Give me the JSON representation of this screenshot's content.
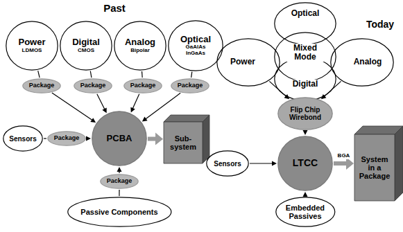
{
  "diagram": {
    "nodes": [
      {
        "text": [
          "Power",
          "LDMOS"
        ]
      },
      {
        "text": [
          "Digital",
          "CMOS"
        ]
      },
      {
        "text": [
          "Analog",
          "Bipolar"
        ]
      },
      {
        "text": [
          "Optical",
          "GaAlAs InGaAs"
        ]
      },
      {
        "text": [
          "Package"
        ]
      },
      {
        "text": [
          "Package"
        ]
      },
      {
        "text": [
          "Package"
        ]
      },
      {
        "text": [
          "Package"
        ]
      },
      {
        "text": [
          "Sensors"
        ]
      },
      {
        "text": [
          "Package"
        ]
      },
      {
        "text": [
          "PCBA"
        ]
      },
      {
        "text": [
          "Sub-system"
        ]
      },
      {
        "text": [
          "Package"
        ]
      },
      {
        "text": [
          "Passive Components"
        ]
      },
      {
        "text": [
          "Optical"
        ]
      },
      {
        "text": [
          "Mixed Mode"
        ]
      },
      {
        "text": [
          "Power"
        ]
      },
      {
        "text": [
          "Analog"
        ]
      },
      {
        "text": [
          "Digital"
        ]
      },
      {
        "text": [
          "Flip Chip Wirebond"
        ]
      },
      {
        "text": [
          "Sensors"
        ]
      },
      {
        "text": [
          "LTCC"
        ]
      },
      {
        "text": [
          "Embedded Passives"
        ]
      },
      {
        "text": [
          "System in a Package"
        ]
      }
    ],
    "edges": [
      {
        "from": 0,
        "to": 4,
        "arrow": "none"
      },
      {
        "from": 1,
        "to": 5,
        "arrow": "none"
      },
      {
        "from": 2,
        "to": 6,
        "arrow": "none"
      },
      {
        "from": 3,
        "to": 7,
        "arrow": "none"
      },
      {
        "from": 4,
        "to": 10,
        "arrow": "to"
      },
      {
        "from": 5,
        "to": 10,
        "arrow": "to"
      },
      {
        "from": 6,
        "to": 10,
        "arrow": "to"
      },
      {
        "from": 7,
        "to": 10,
        "arrow": "to"
      },
      {
        "from": 8,
        "to": 9,
        "arrow": "none"
      },
      {
        "from": 9,
        "to": 10,
        "arrow": "to"
      },
      {
        "from": 13,
        "to": 12,
        "arrow": "none"
      },
      {
        "from": 12,
        "to": 10,
        "arrow": "to"
      },
      {
        "from": 10,
        "to": 11,
        "arrow": "to"
      },
      {
        "from": 16,
        "to": 19,
        "arrow": "to"
      },
      {
        "from": 17,
        "to": 19,
        "arrow": "to"
      },
      {
        "from": 19,
        "to": 21,
        "arrow": "to"
      },
      {
        "from": 20,
        "to": 21,
        "arrow": "to"
      },
      {
        "from": 22,
        "to": 21,
        "arrow": "to"
      },
      {
        "from": 21,
        "to": 23,
        "label": "BGA",
        "arrow": "to"
      }
    ],
    "labels": [
      "Past",
      "Today"
    ]
  }
}
